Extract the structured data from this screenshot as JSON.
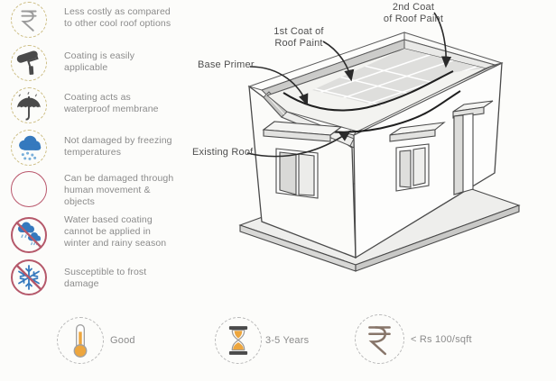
{
  "features": [
    {
      "icon": "rupee-icon",
      "text": "Less costly as compared to other cool roof options"
    },
    {
      "icon": "paint-roller-icon",
      "text": "Coating is easily applicable"
    },
    {
      "icon": "umbrella-icon",
      "text": "Coating acts as waterproof membrane"
    },
    {
      "icon": "snow-cloud-icon",
      "text": "Not damaged by freezing temperatures"
    },
    {
      "icon": "circle-outline-icon",
      "text": "Can be damaged through human movement & objects"
    },
    {
      "icon": "no-rain-clouds-icon",
      "text": "Water based coating cannot be applied in winter and rainy season"
    },
    {
      "icon": "no-snowflake-icon",
      "text": "Susceptible to frost damage"
    }
  ],
  "diagram": {
    "base_primer": "Base Primer",
    "first_coat": [
      "1st Coat of",
      "Roof Paint"
    ],
    "second_coat": [
      "2nd Coat",
      "of Roof Paint"
    ],
    "existing_roof": "Existing Roof"
  },
  "stats": [
    {
      "icon": "thermometer-icon",
      "label": "Good"
    },
    {
      "icon": "hourglass-icon",
      "label": "3-5 Years"
    },
    {
      "icon": "rupee-icon",
      "label": "< Rs 100/sqft"
    }
  ],
  "colors": {
    "gold_dash": "#cdbe84",
    "blue": "#3579be",
    "light_blue": "#79afda",
    "red": "#b5586a",
    "orange": "#eda63e",
    "icon_dark": "#4a4a4a",
    "text_gray": "#8b8b8b",
    "label_dark": "#4f4f4f"
  }
}
